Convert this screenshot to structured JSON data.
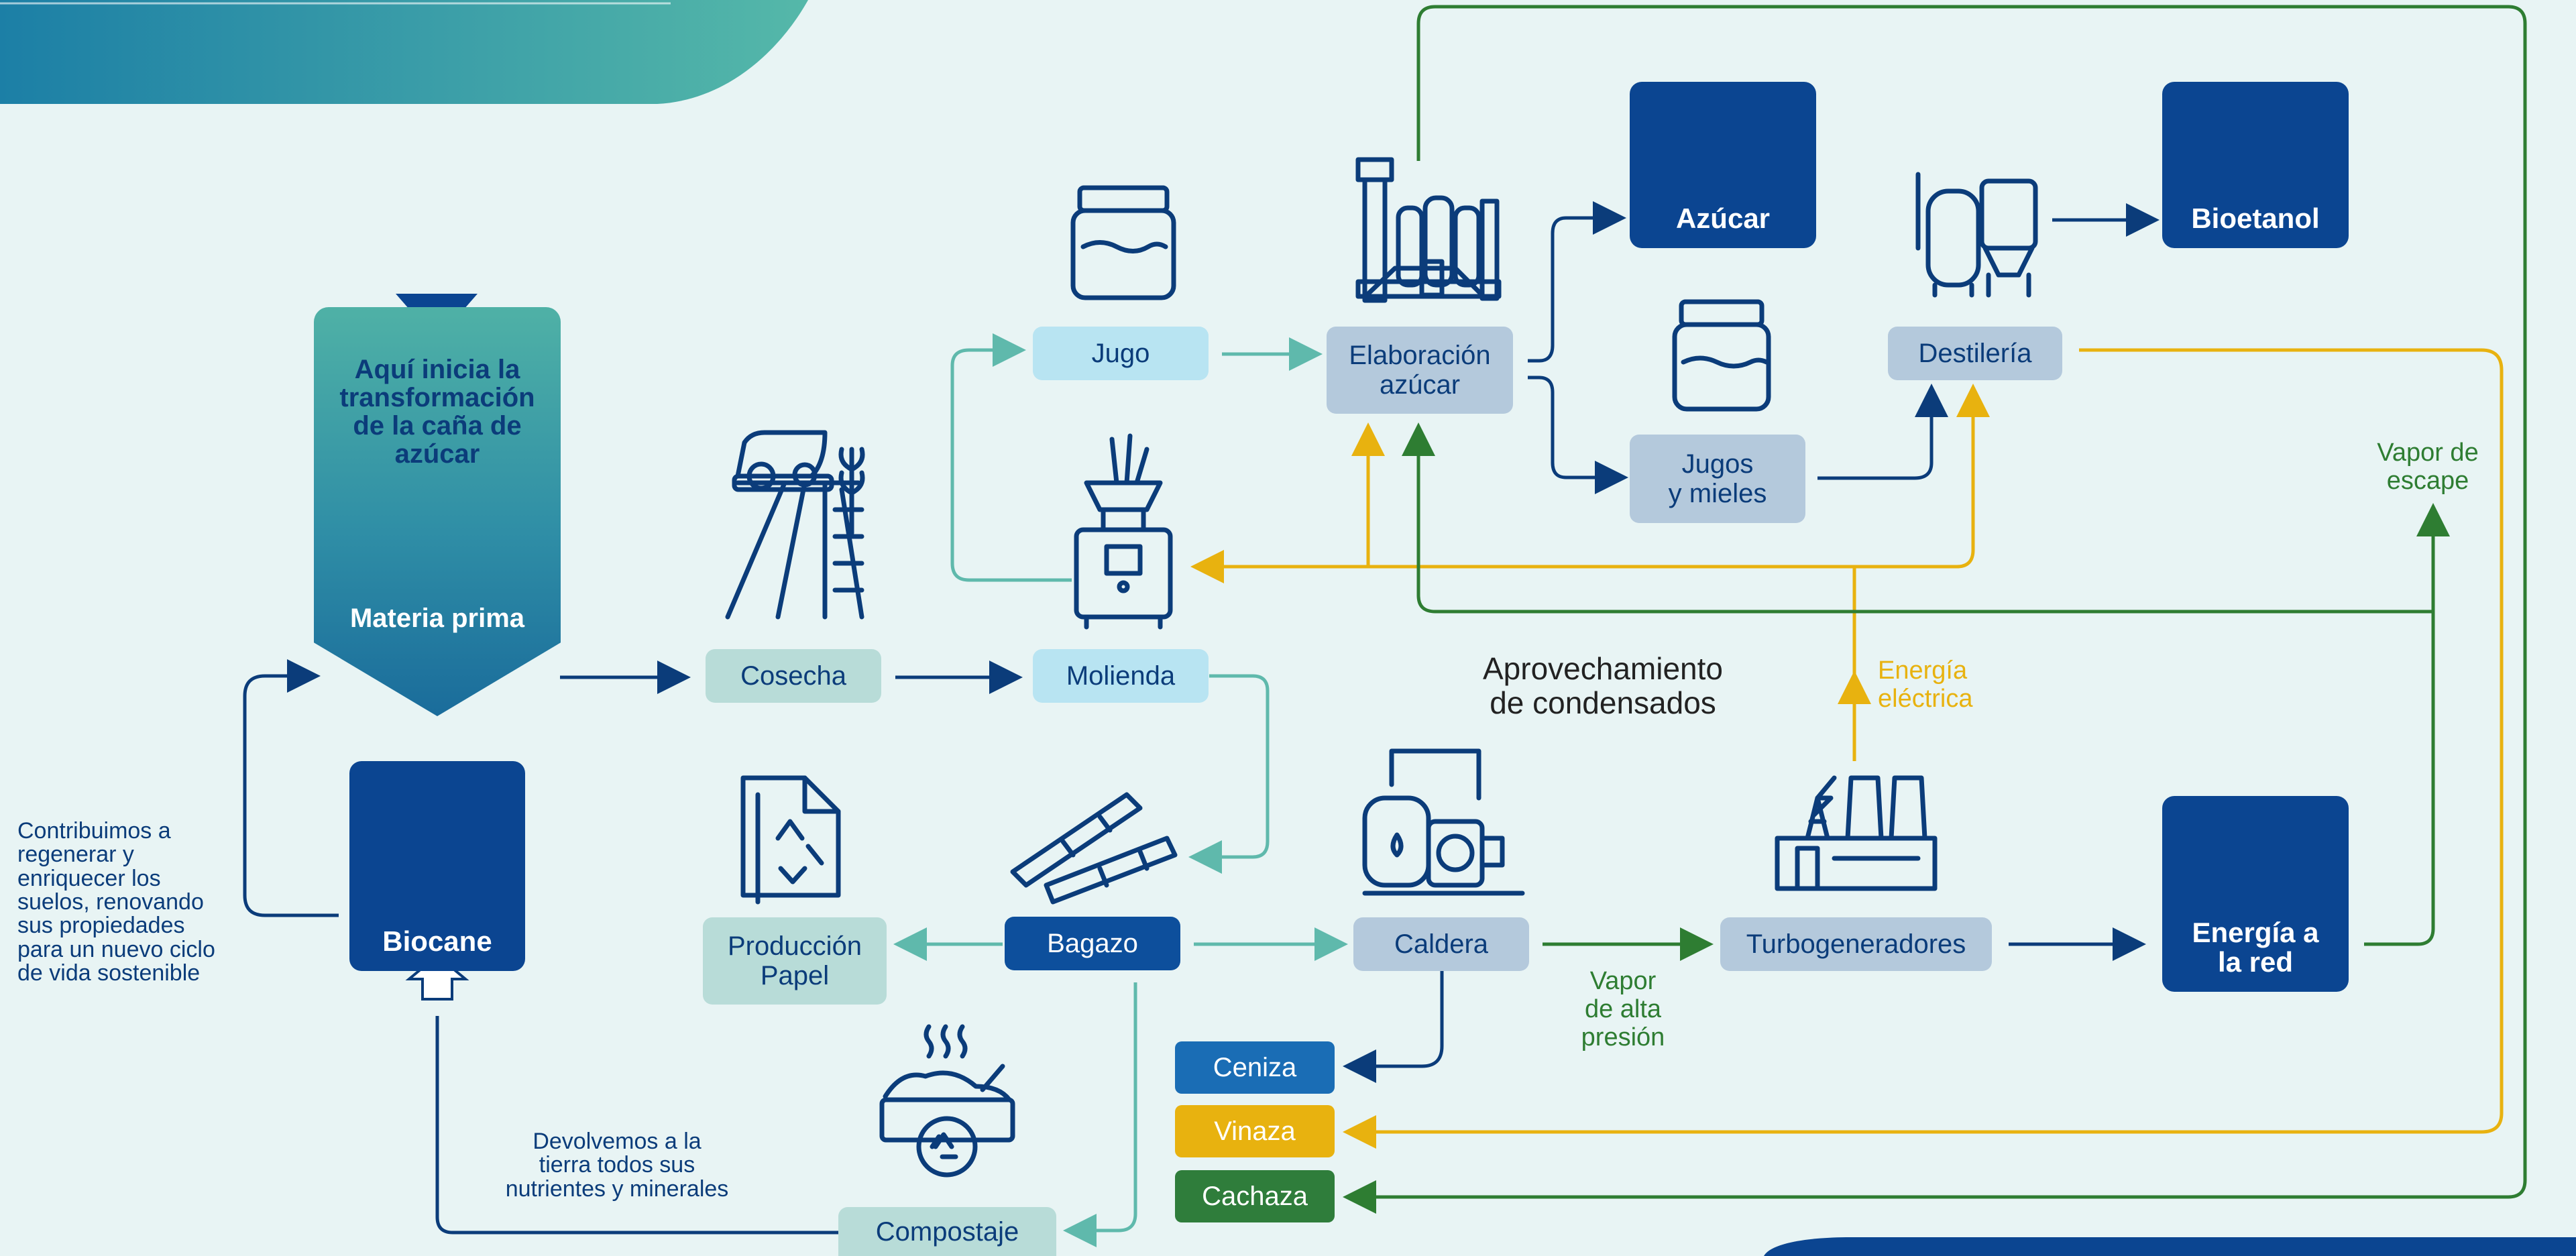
{
  "materia": {
    "title": "Aquí inicia la transformación de la caña de azúcar",
    "label": "Materia prima"
  },
  "nodes": {
    "jugo": "Jugo",
    "elaboracion": "Elaboración\nazúcar",
    "azucar": "Azúcar",
    "jugos_mieles": "Jugos\ny mieles",
    "destileria": "Destilería",
    "bioetanol": "Bioetanol",
    "cosecha": "Cosecha",
    "molienda": "Molienda",
    "biocane": "Biocane",
    "produccion_papel": "Producción\nPapel",
    "bagazo": "Bagazo",
    "caldera": "Caldera",
    "turbogeneradores": "Turbogeneradores",
    "energia_red": "Energía a\nla red",
    "compostaje": "Compostaje",
    "ceniza": "Ceniza",
    "vinaza": "Vinaza",
    "cachaza": "Cachaza"
  },
  "labels": {
    "contribuimos": "Contribuimos a\nregenerar y\nenriquecer los\nsuelos, renovando\nsus propiedades\npara un nuevo ciclo\nde vida sostenible",
    "devolvemos": "Devolvemos a la\ntierra todos sus\nnutrientes y minerales",
    "aprovechamiento": "Aprovechamiento\nde condensados",
    "energia_electrica": "Energía\neléctrica",
    "vapor_escape": "Vapor de\nescape",
    "vapor_alta": "Vapor\nde alta\npresión"
  },
  "colors": {
    "navy": "#0b3c7a",
    "teal_flow": "#5fb9ac",
    "gold_flow": "#e8b20f",
    "green_flow": "#2e7d32",
    "ceniza_bg": "#1a6db5",
    "vinaza_bg": "#e8b20f",
    "cachaza_bg": "#2f7d3b"
  },
  "icons": [
    "jar-icon",
    "factory-icon",
    "sugar-icon",
    "jar-icon",
    "distillery-icon",
    "fuel-pump-icon",
    "harvester-icon",
    "mill-icon",
    "sack-icon",
    "paper-recycle-icon",
    "sugarcane-icon",
    "boiler-icon",
    "power-plant-icon",
    "transmission-tower-icon",
    "compost-icon"
  ]
}
